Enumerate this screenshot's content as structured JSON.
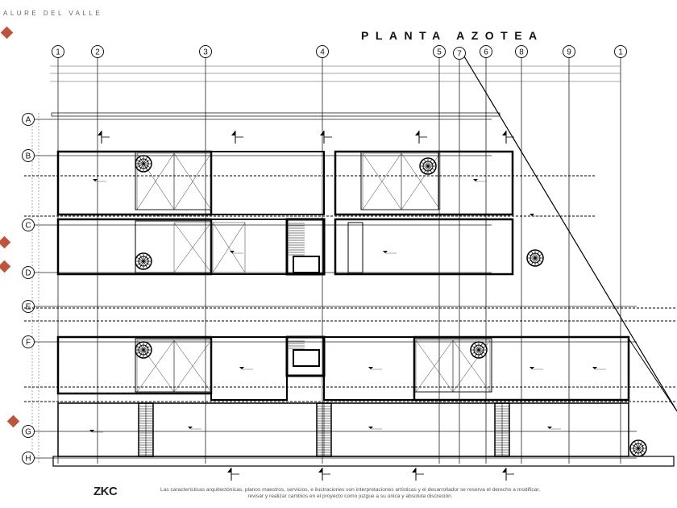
{
  "brand": "ALURE DEL VALLE",
  "title": "PLANTA AZOTEA",
  "logo": "ZKC",
  "disclaimer": "Las características arquitectónicas, planos maestros, servicios, e ilustraciones son interpretaciones artísticas y el desarrollador se reserva el derecho a modificar, revisar y realizar cambios en el proyecto como juzgue a su única y absoluta discreción.",
  "axes_columns": [
    "1",
    "2",
    "3",
    "4",
    "5",
    "7",
    "6",
    "8",
    "9",
    "1"
  ],
  "axes_rows": [
    "A",
    "B",
    "C",
    "D",
    "E",
    "F",
    "G",
    "H"
  ],
  "colors": {
    "ink": "#111111",
    "marker": "#c0533a",
    "wall": "#000000",
    "dim": "#555555"
  }
}
